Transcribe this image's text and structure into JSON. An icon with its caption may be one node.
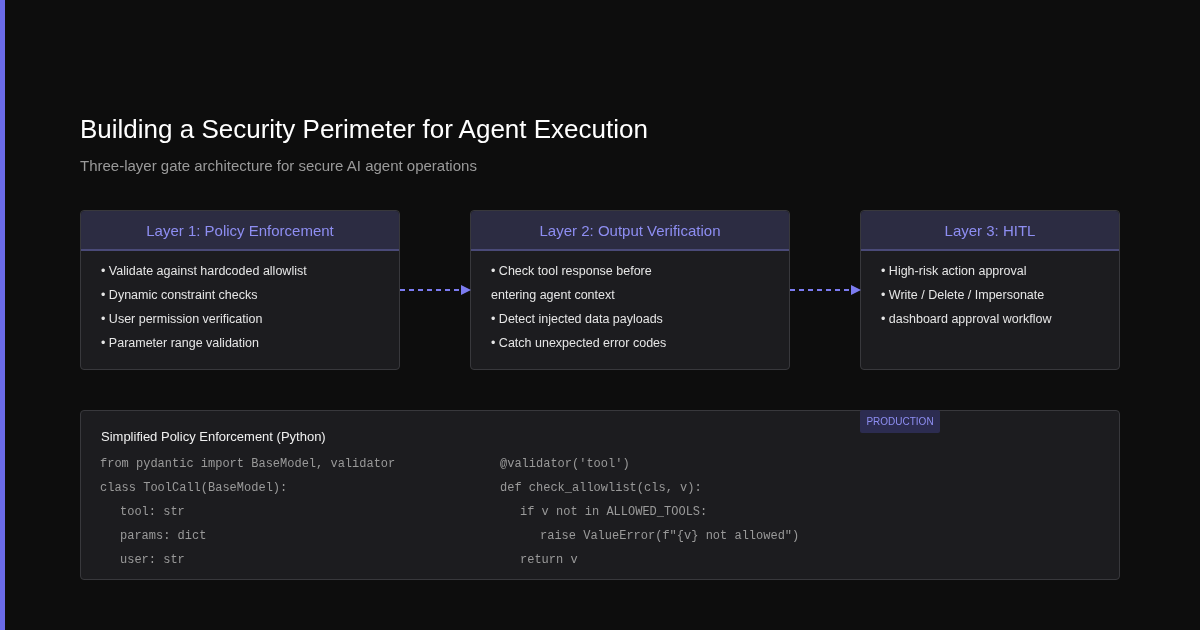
{
  "diagram": {
    "title": "Building a Security Perimeter for Agent Execution",
    "caption": "Three-layer gate architecture for secure AI agent operations",
    "nodes": [
      {
        "text": [
          "Layer 1: Policy Enforcement",
          "• Validate against hardcoded allowlist",
          "• Dynamic constraint checks",
          "• User permission verification",
          "• Parameter range validation"
        ]
      },
      {
        "text": [
          "Layer 2: Output Verification",
          "• Check tool response before entering agent context",
          "• Detect injected data payloads",
          "• Catch unexpected error codes"
        ]
      },
      {
        "text": [
          "Layer 3: HITL",
          "• High-risk action approval",
          "• Write / Delete / Impersonate",
          "• dashboard approval workflow"
        ]
      },
      {
        "text": [
          "Simplified Policy Enforcement (Python)"
        ]
      },
      {
        "text": [
          "PRODUCTION"
        ],
        "in": 3
      }
    ],
    "edges": [
      {
        "from": 0,
        "to": 1,
        "arrow": "to",
        "style": "dashed"
      },
      {
        "from": 1,
        "to": 2,
        "arrow": "to",
        "style": "dashed"
      }
    ],
    "labels": [
      "from pydantic import BaseModel, validator",
      "class ToolCall(BaseModel):",
      "tool: str",
      "params: dict",
      "user: str",
      "@validator('tool')",
      "def check_allowlist(cls, v):",
      "if v not in ALLOWED_TOOLS:",
      "raise ValueError(f\"{v} not allowed\")",
      "return v"
    ]
  }
}
